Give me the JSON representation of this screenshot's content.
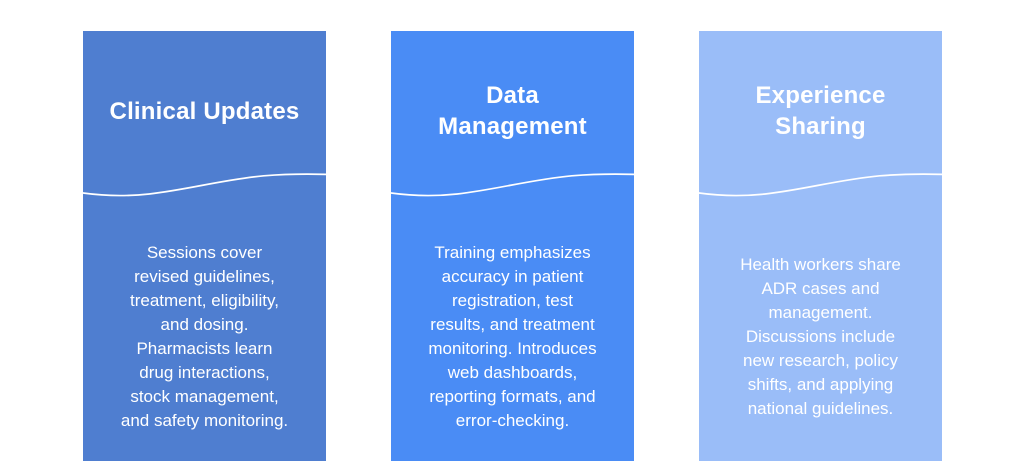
{
  "page": {
    "background_color": "#ffffff",
    "text_color": "#ffffff",
    "divider_color": "#ffffff"
  },
  "cards": [
    {
      "id": "clinical-updates",
      "bg_color": "#4f7ed0",
      "title_lines": [
        "Clinical Updates"
      ],
      "body_lines": [
        "Sessions cover",
        "revised guidelines,",
        "treatment, eligibility,",
        "and dosing.",
        "Pharmacists learn",
        "drug interactions,",
        "stock management,",
        "and safety monitoring."
      ]
    },
    {
      "id": "data-management",
      "bg_color": "#4a8cf5",
      "title_lines": [
        "Data",
        "Management"
      ],
      "body_lines": [
        "Training emphasizes",
        "accuracy in patient",
        "registration, test",
        "results, and treatment",
        "monitoring. Introduces",
        "web dashboards,",
        "reporting formats, and",
        "error-checking."
      ]
    },
    {
      "id": "experience-sharing",
      "bg_color": "#9abdf8",
      "title_lines": [
        "Experience",
        "Sharing"
      ],
      "body_lines": [
        "Health workers share",
        "ADR cases and",
        "management.",
        "Discussions include",
        "new research, policy",
        "shifts, and applying",
        "national guidelines."
      ]
    }
  ]
}
